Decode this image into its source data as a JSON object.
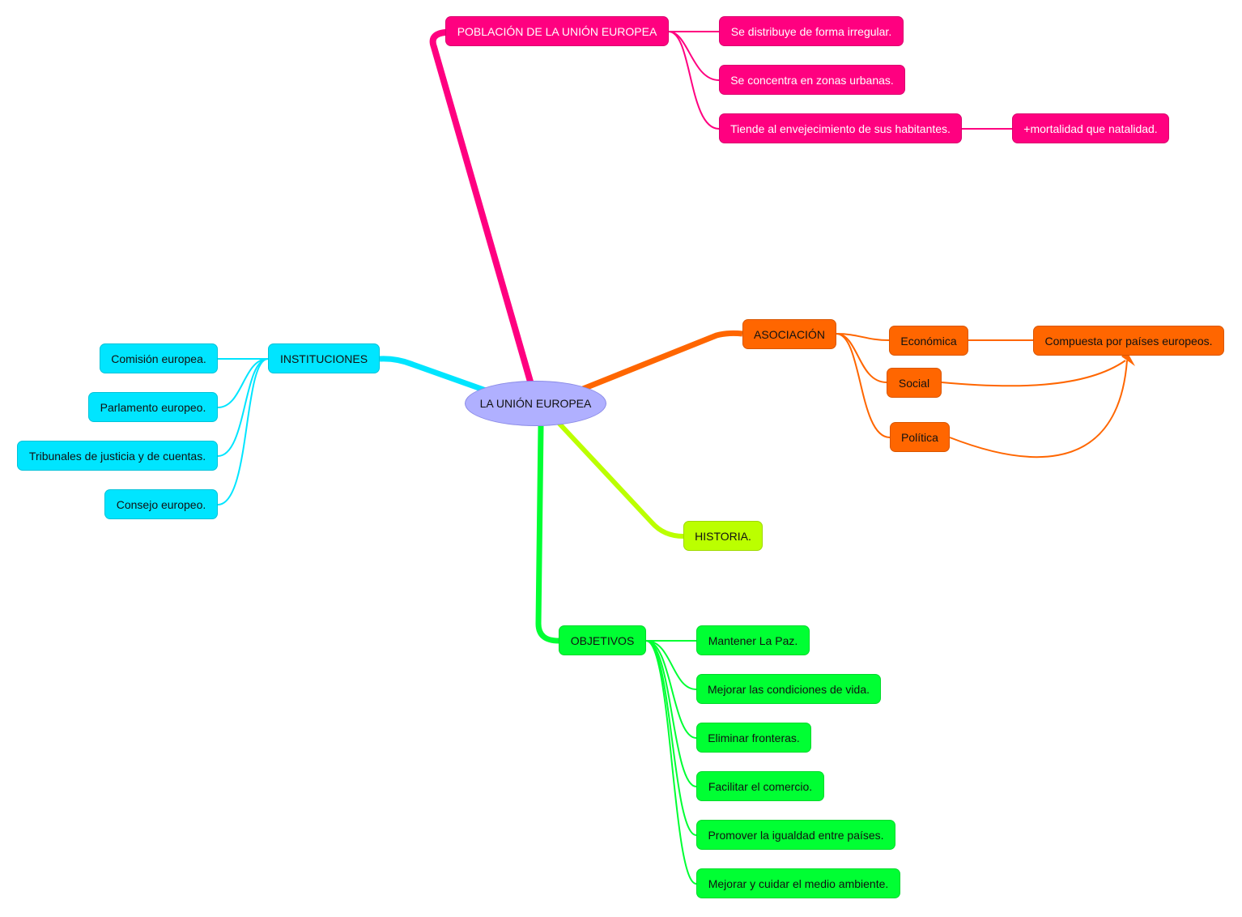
{
  "root": {
    "label": "LA UNIÓN EUROPEA",
    "color": "#b0b0ff"
  },
  "branches": {
    "poblacion": {
      "label": "POBLACIÓN DE LA UNIÓN EUROPEA",
      "color": "#ff0080",
      "children": [
        "Se distribuye de forma irregular.",
        "Se concentra en zonas urbanas.",
        "Tiende al envejecimiento de sus habitantes."
      ],
      "grandchild": "+mortalidad que natalidad."
    },
    "asociacion": {
      "label": "ASOCIACIÓN",
      "color": "#ff6600",
      "children": [
        "Económica",
        "Social",
        "Política"
      ],
      "target": "Compuesta por países europeos."
    },
    "instituciones": {
      "label": "INSTITUCIONES",
      "color": "#00e5ff",
      "children": [
        "Comisión europea.",
        "Parlamento europeo.",
        "Tribunales de justicia y de cuentas.",
        "Consejo europeo."
      ]
    },
    "historia": {
      "label": "HISTORIA.",
      "color": "#bbff00"
    },
    "objetivos": {
      "label": "OBJETIVOS",
      "color": "#00ff33",
      "children": [
        "Mantener La Paz.",
        "Mejorar las condiciones de vida.",
        "Eliminar fronteras.",
        "Facilitar el comercio.",
        "Promover la igualdad entre países.",
        "Mejorar y cuidar el medio ambiente."
      ]
    }
  }
}
